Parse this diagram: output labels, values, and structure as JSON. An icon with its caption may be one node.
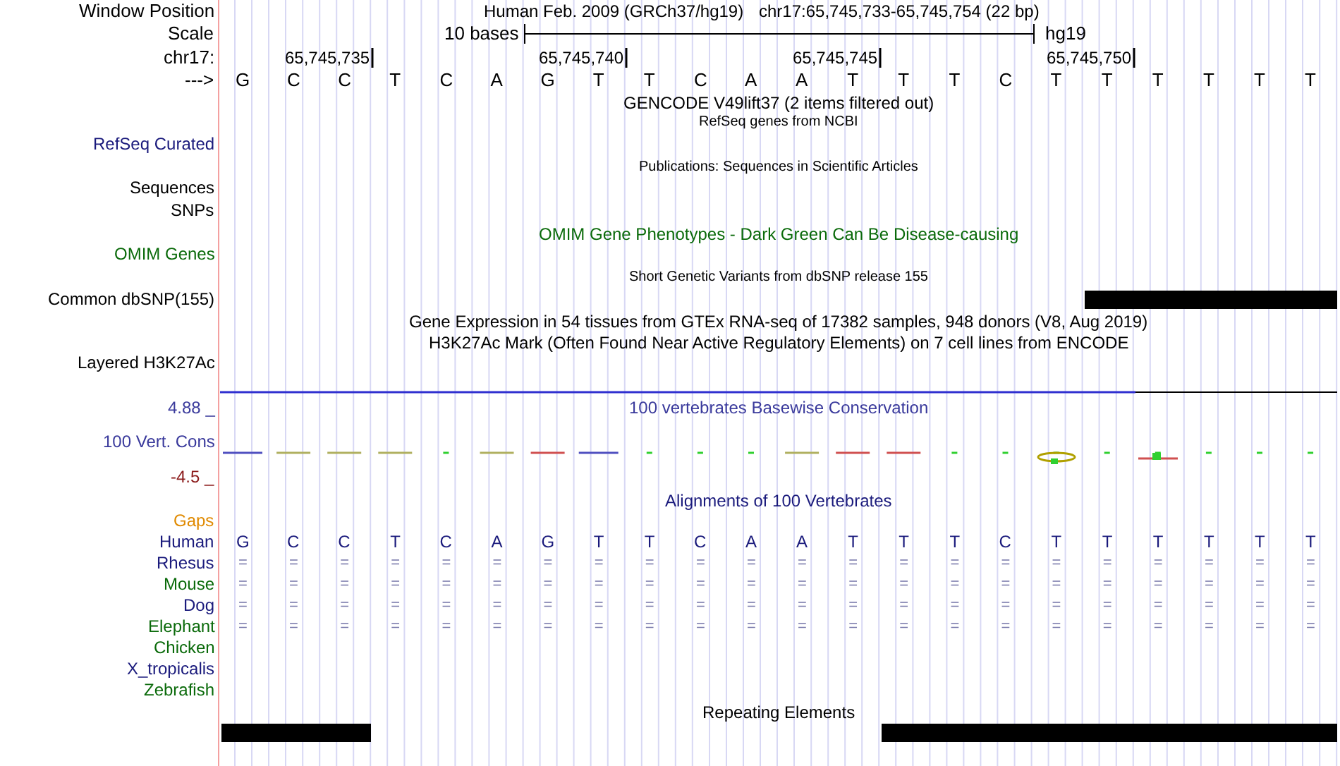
{
  "diagram": {
    "labels": [
      "Window Position",
      "Human Feb. 2009 (GRCh37/hg19)",
      "chr17:65,745,733-65,745,754 (22 bp)",
      "Scale",
      "10 bases",
      "hg19",
      "chr17:",
      "65,745,735",
      "65,745,740",
      "65,745,745",
      "65,745,750",
      "--->",
      "G",
      "C",
      "C",
      "T",
      "C",
      "A",
      "G",
      "T",
      "T",
      "C",
      "A",
      "A",
      "T",
      "T",
      "T",
      "C",
      "T",
      "T",
      "T",
      "T",
      "T",
      "T",
      "GENCODE V49lift37 (2 items filtered out)",
      "RefSeq genes from NCBI",
      "RefSeq Curated",
      "Publications: Sequences in Scientific Articles",
      "Sequences",
      "SNPs",
      "OMIM Gene Phenotypes - Dark Green Can Be Disease-causing",
      "OMIM Genes",
      "Short Genetic Variants from dbSNP release 155",
      "Common dbSNP(155)",
      "Gene Expression in 54 tissues from GTEx RNA-seq of 17382 samples, 948 donors (V8, Aug 2019)",
      "H3K27Ac Mark (Often Found Near Active Regulatory Elements) on 7 cell lines from ENCODE",
      "Layered H3K27Ac",
      "4.88 _",
      "100 vertebrates Basewise Conservation",
      "100 Vert. Cons",
      "-4.5 _",
      "Alignments of 100 Vertebrates",
      "Gaps",
      "Human",
      "G",
      "C",
      "C",
      "T",
      "C",
      "A",
      "G",
      "T",
      "T",
      "C",
      "A",
      "A",
      "T",
      "T",
      "T",
      "C",
      "T",
      "T",
      "T",
      "T",
      "T",
      "T",
      "Rhesus",
      "=",
      "=",
      "=",
      "=",
      "=",
      "=",
      "=",
      "=",
      "=",
      "=",
      "=",
      "=",
      "=",
      "=",
      "=",
      "=",
      "=",
      "=",
      "=",
      "=",
      "=",
      "=",
      "Mouse",
      "=",
      "=",
      "=",
      "=",
      "=",
      "=",
      "=",
      "=",
      "=",
      "=",
      "=",
      "=",
      "=",
      "=",
      "=",
      "=",
      "=",
      "=",
      "=",
      "=",
      "=",
      "=",
      "Dog",
      "=",
      "=",
      "=",
      "=",
      "=",
      "=",
      "=",
      "=",
      "=",
      "=",
      "=",
      "=",
      "=",
      "=",
      "=",
      "=",
      "=",
      "=",
      "=",
      "=",
      "=",
      "=",
      "Elephant",
      "=",
      "=",
      "=",
      "=",
      "=",
      "=",
      "=",
      "=",
      "=",
      "=",
      "=",
      "=",
      "=",
      "=",
      "=",
      "=",
      "=",
      "=",
      "=",
      "=",
      "=",
      "=",
      "Chicken",
      "X_tropicalis",
      "Zebrafish",
      "Repeating Elements"
    ]
  }
}
